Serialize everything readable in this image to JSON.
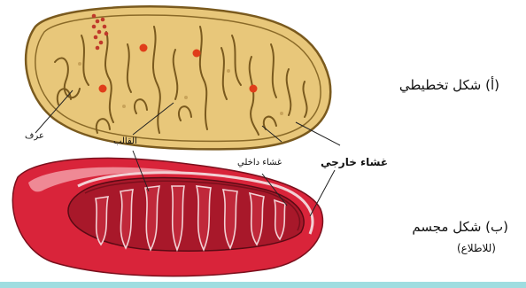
{
  "figure": {
    "caption_a": "(أ) شكل تخطيطي",
    "caption_b_line1": "(ب) شكل مجسم",
    "caption_b_line2": "(للاطلاع)"
  },
  "labels": {
    "cristae": "عرف",
    "matrix": "القالب",
    "inner_membrane": "غشاء داخلي",
    "outer_membrane": "غشاء خارجي"
  },
  "colors": {
    "schematic_fill": "#e8c77a",
    "schematic_outline": "#7a5a1e",
    "granule": "#e03d1a",
    "model_outer": "#d9243a",
    "model_inner": "#a8182a",
    "top_band": "#9fdde0"
  }
}
